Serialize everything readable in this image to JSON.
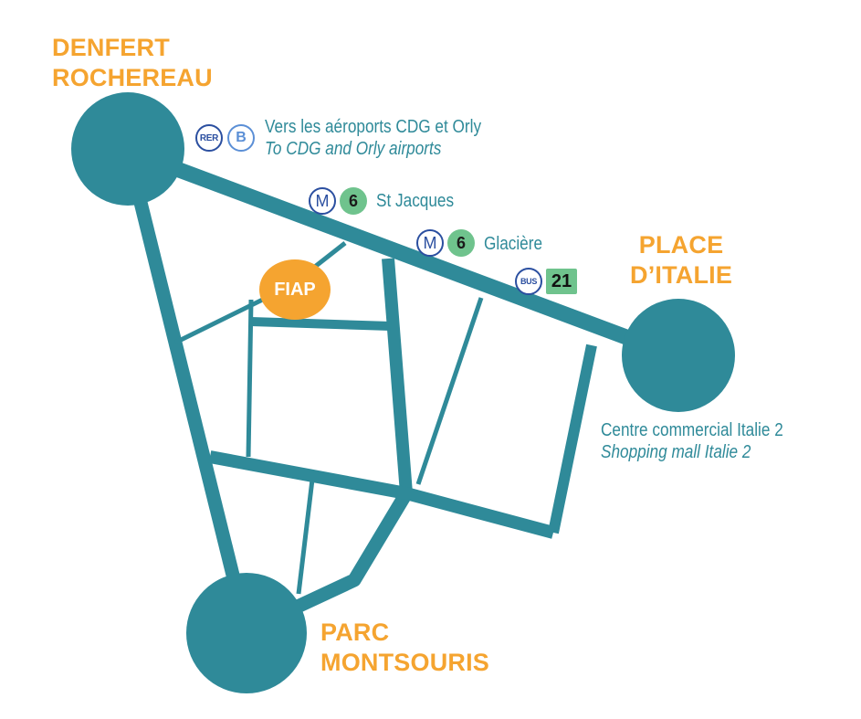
{
  "places": {
    "denfert": {
      "line1": "DENFERT",
      "line2": "ROCHEREAU"
    },
    "place_italie": {
      "line1": "PLACE",
      "line2": "D’ITALIE"
    },
    "parc": {
      "line1": "PARC",
      "line2": "MONTSOURIS"
    }
  },
  "fiap": {
    "label": "FIAP"
  },
  "transit": {
    "rer": {
      "badge_rer": "RER",
      "badge_line": "B",
      "text_fr": "Vers les aéroports CDG et Orly",
      "text_en": "To CDG and Orly airports"
    },
    "metro_st_jacques": {
      "badge_m": "M",
      "badge_line": "6",
      "station": "St Jacques"
    },
    "metro_glaciere": {
      "badge_m": "M",
      "badge_line": "6",
      "station": "Glacière"
    },
    "bus": {
      "badge_bus": "BUS",
      "badge_line": "21"
    }
  },
  "mall": {
    "text_fr": "Centre commercial Italie 2",
    "text_en": "Shopping mall Italie 2"
  },
  "colors": {
    "road": "#2f8a99",
    "accent": "#f5a430",
    "metro_line6": "#6fc38d",
    "metro_blue": "#2b4fa0",
    "rer_b": "#5b8fd6"
  }
}
